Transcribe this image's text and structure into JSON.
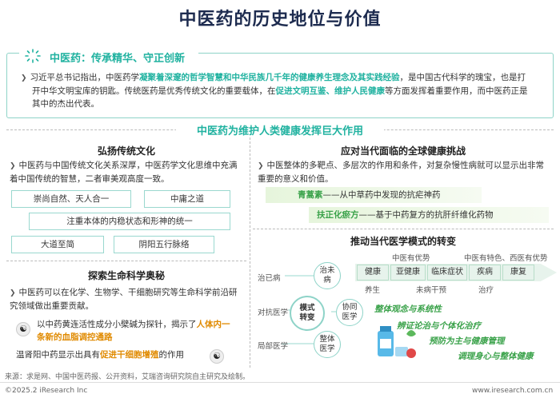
{
  "title": "中医药的历史地位与价值",
  "top": {
    "heading": "中医药：传承精华、守正创新",
    "p_a": "习近平总书记指出，中医药学",
    "p_b": "凝聚着深邃的哲学智慧和中华民族几千年的健康养生理念及其实践经验",
    "p_c": "，是中国古代科学的瑰宝，也是打",
    "p_d": "开中华文明宝库的钥匙。传统医药是优秀传统文化的重要载体，在",
    "p_e": "促进文明互鉴、维护人民健康",
    "p_f": "等方面发挥着重要作用，而中医药正是",
    "p_g": "其中的杰出代表。"
  },
  "section_title": "中医药为维护人类健康发挥巨大作用",
  "left1": {
    "title": "弘扬传统文化",
    "text": "中医药与中国传统文化关系深厚，中医药学文化思维中充满着中国传统的智慧，二者审美观高度一致。",
    "tags": [
      "崇尚自然、天人合一",
      "中庸之道",
      "注重本体的内稳状态和形神的统一",
      "大道至简",
      "阴阳五行脉络"
    ]
  },
  "left2": {
    "title": "探索生命科学奥秘",
    "text": "中医药可以在化学、生物学、干细胞研究等生命科学前沿研究领域做出重要贡献。",
    "item1_a": "以中药黄连活性成分小檗碱为探针，揭示了",
    "item1_b": "人体内一条新的血脂调控通路",
    "item2_a": "温肾阳中药显示出具有",
    "item2_b": "促进干细胞增殖",
    "item2_c": "的作用"
  },
  "right1": {
    "title": "应对当代面临的全球健康挑战",
    "text": "中医整体的多靶点、多层次的作用和条件，对复杂慢性病就可以显示出非常重要的意义和价值。",
    "band1_hl": "青蒿素",
    "band1_text": "——从中草药中发现的抗疟神药",
    "band2_hl": "扶正化瘀方",
    "band2_text": "——基于中药复方的抗肝纤维化药物"
  },
  "right2": {
    "title": "推动当代医学模式的转变",
    "row_labels": [
      "治已病",
      "对抗医学",
      "局部医学"
    ],
    "circles": [
      "治未病",
      "模式转变",
      "协同医学",
      "整体医学"
    ],
    "top_notes": [
      "中医有优势",
      "中医有特色、西医有优势"
    ],
    "stages": [
      "健康",
      "亚健康",
      "临床症状",
      "疾病",
      "康复"
    ],
    "bottom_notes": [
      "养生",
      "未病干预",
      "治疗"
    ],
    "concepts": [
      "整体观念与系统性",
      "辨证论治与个体化治疗",
      "预防为主与健康管理",
      "调理身心与整体健康"
    ]
  },
  "footer": {
    "source": "来源：求是网、中国中医药报、公开资料，艾瑞咨询研究院自主研究及绘制。",
    "copyright": "©2025.2 iResearch Inc",
    "site": "www.iresearch.com.cn"
  },
  "colors": {
    "teal": "#20b2a0",
    "green": "#3aa24a",
    "navy": "#1d2b4f"
  }
}
